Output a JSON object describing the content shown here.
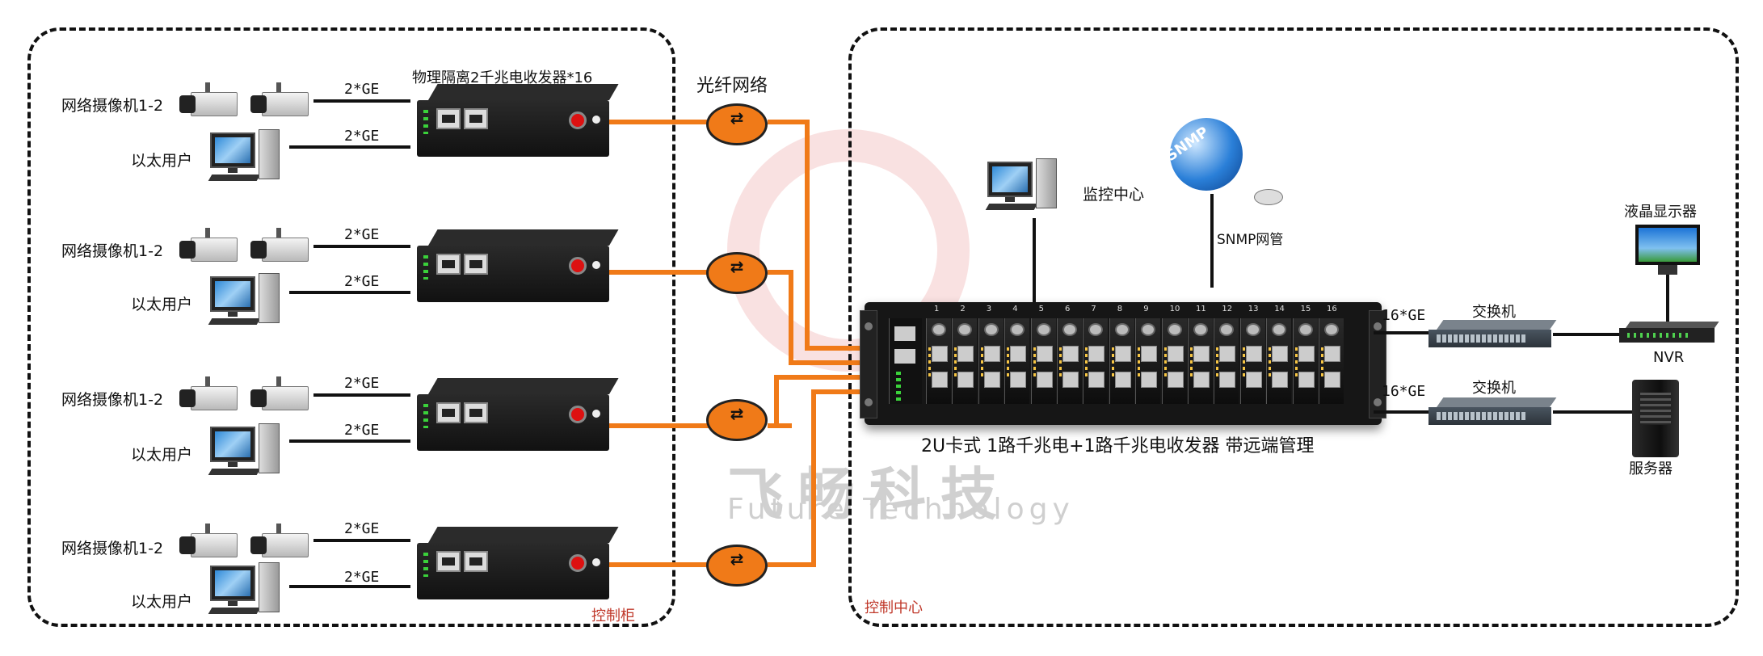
{
  "left_panel": {
    "transceiver_title": "物理隔离2千兆电收发器*16",
    "cabinet_label": "控制柜",
    "groups": [
      {
        "camera_label": "网络摄像机1-2",
        "user_label": "以太用户",
        "link_cam": "2*GE",
        "link_user": "2*GE"
      },
      {
        "camera_label": "网络摄像机1-2",
        "user_label": "以太用户",
        "link_cam": "2*GE",
        "link_user": "2*GE"
      },
      {
        "camera_label": "网络摄像机1-2",
        "user_label": "以太用户",
        "link_cam": "2*GE",
        "link_user": "2*GE"
      },
      {
        "camera_label": "网络摄像机1-2",
        "user_label": "以太用户",
        "link_cam": "2*GE",
        "link_user": "2*GE"
      }
    ]
  },
  "fiber_network_label": "光纤网络",
  "right_panel": {
    "center_label": "控制中心",
    "monitor_center": "监控中心",
    "snmp_label": "SNMP网管",
    "globe_text": "SNMP",
    "rack_caption": "2U卡式 1路千兆电+1路千兆电收发器 带远端管理",
    "slot_numbers": [
      "1",
      "2",
      "3",
      "4",
      "5",
      "6",
      "7",
      "8",
      "9",
      "10",
      "11",
      "12",
      "13",
      "14",
      "15",
      "16"
    ],
    "switch_label_1": "交换机",
    "switch_label_2": "交换机",
    "link_1": "16*GE",
    "link_2": "16*GE",
    "lcd_label": "液晶显示器",
    "nvr_label": "NVR",
    "server_label": "服务器"
  },
  "watermark": {
    "cn": "飞畅科技",
    "en": "Future Technology"
  },
  "colors": {
    "fiber": "#f07a18",
    "wire": "#111111",
    "red_label": "#c0392b"
  }
}
